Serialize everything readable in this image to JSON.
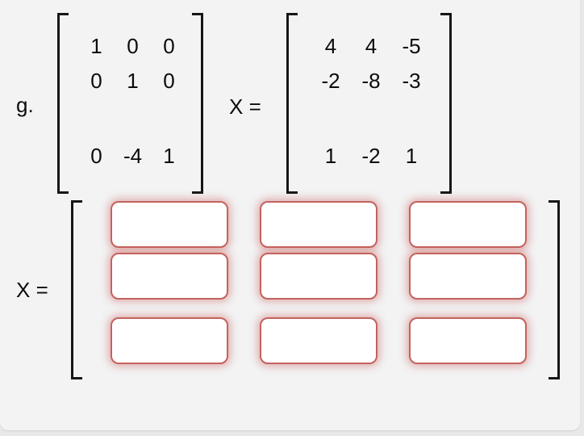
{
  "colors": {
    "page_background": "#e8e8ea",
    "card_background": "#f3f3f4",
    "text": "#0b0b0b",
    "bracket": "#161616",
    "input_border": "#c4625e",
    "input_glow": "rgba(199,93,88,0.45)",
    "input_background": "#ffffff"
  },
  "problem": {
    "label": "g.",
    "coefficient_matrix": {
      "rows": [
        [
          "1",
          "0",
          "0"
        ],
        [
          "0",
          "1",
          "0"
        ],
        [
          "0",
          "-4",
          "1"
        ]
      ]
    },
    "equation_label": "X =",
    "constant_matrix": {
      "rows": [
        [
          "4",
          "4",
          "-5"
        ],
        [
          "-2",
          "-8",
          "-3"
        ],
        [
          "1",
          "-2",
          "1"
        ]
      ]
    }
  },
  "answer": {
    "equation_label": "X =",
    "rows": 3,
    "cols": 3,
    "values": [
      "",
      "",
      "",
      "",
      "",
      "",
      "",
      "",
      ""
    ]
  }
}
